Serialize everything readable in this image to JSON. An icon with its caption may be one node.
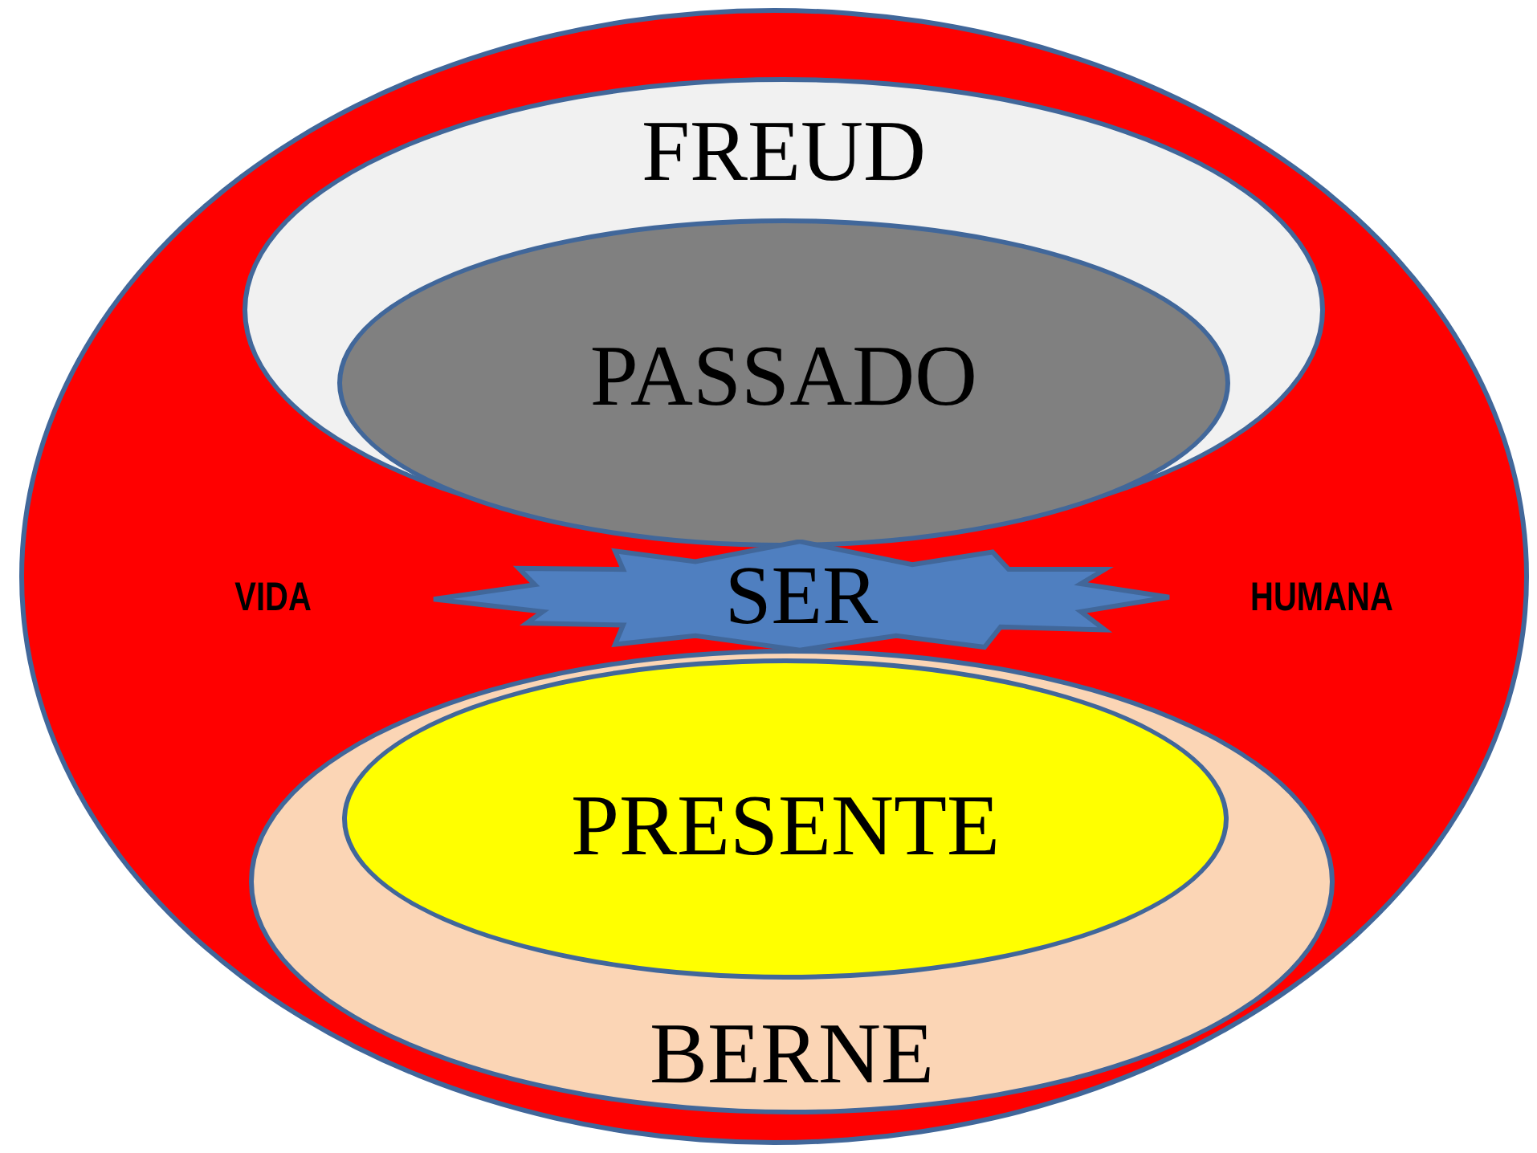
{
  "diagram": {
    "nodes": [
      {
        "text": [
          "VIDA",
          "HUMANA"
        ]
      },
      {
        "text": [
          "FREUD"
        ],
        "in": 0
      },
      {
        "text": [
          "PASSADO"
        ],
        "in": 1
      },
      {
        "text": [
          "SER"
        ],
        "in": 0
      },
      {
        "text": [
          "BERNE"
        ],
        "in": 0
      },
      {
        "text": [
          "PRESENTE"
        ],
        "in": 4
      }
    ]
  }
}
